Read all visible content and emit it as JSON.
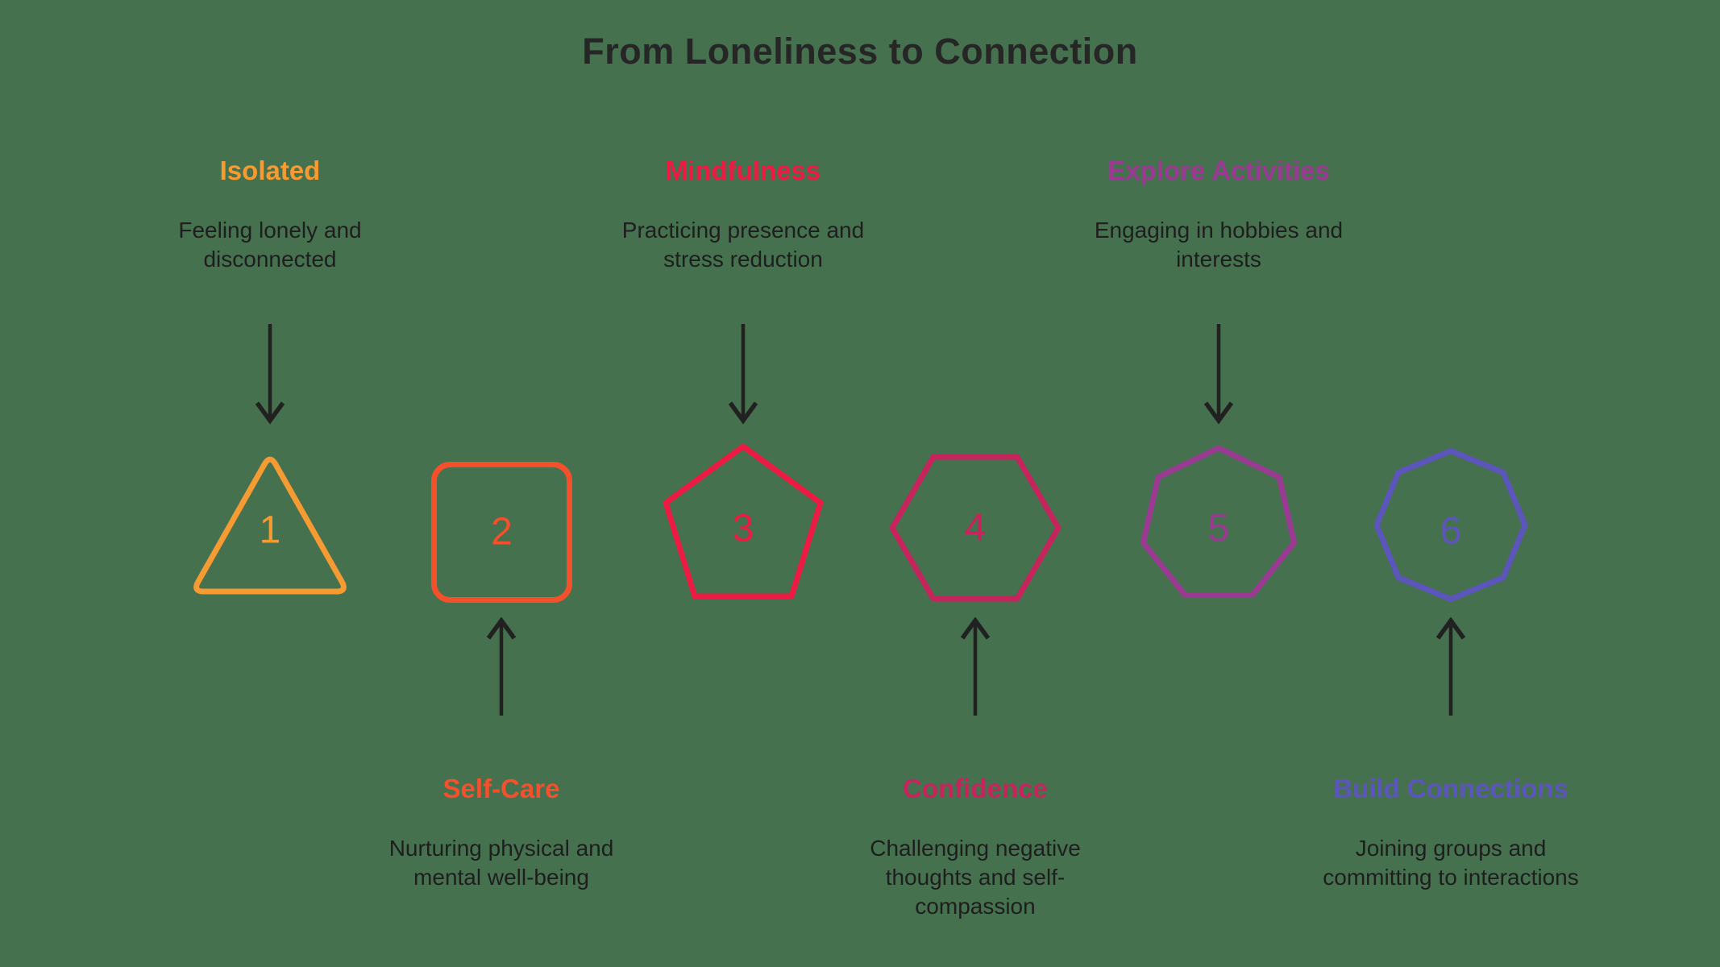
{
  "title": "From Loneliness to Connection",
  "background_color": "#46714E",
  "title_color": "#262626",
  "text_color": "#1E1E1E",
  "arrow_color": "#212121",
  "steps": [
    {
      "number": "1",
      "shape": "triangle",
      "title": "Isolated",
      "description": "Feeling lonely and disconnected",
      "color": "#F69A32",
      "label_position": "top"
    },
    {
      "number": "2",
      "shape": "square",
      "title": "Self-Care",
      "description": "Nurturing physical and mental well-being",
      "color": "#F4502B",
      "label_position": "bottom"
    },
    {
      "number": "3",
      "shape": "pentagon",
      "title": "Mindfulness",
      "description": "Practicing presence and stress reduction",
      "color": "#ED1B44",
      "label_position": "top"
    },
    {
      "number": "4",
      "shape": "hexagon",
      "title": "Confidence",
      "description": "Challenging negative thoughts and self-compassion",
      "color": "#C7235C",
      "label_position": "bottom"
    },
    {
      "number": "5",
      "shape": "heptagon",
      "title": "Explore Activities",
      "description": "Engaging in hobbies and interests",
      "color": "#9B3A93",
      "label_position": "top"
    },
    {
      "number": "6",
      "shape": "octagon",
      "title": "Build Connections",
      "description": "Joining groups and committing to interactions",
      "color": "#5C55BC",
      "label_position": "bottom"
    }
  ]
}
